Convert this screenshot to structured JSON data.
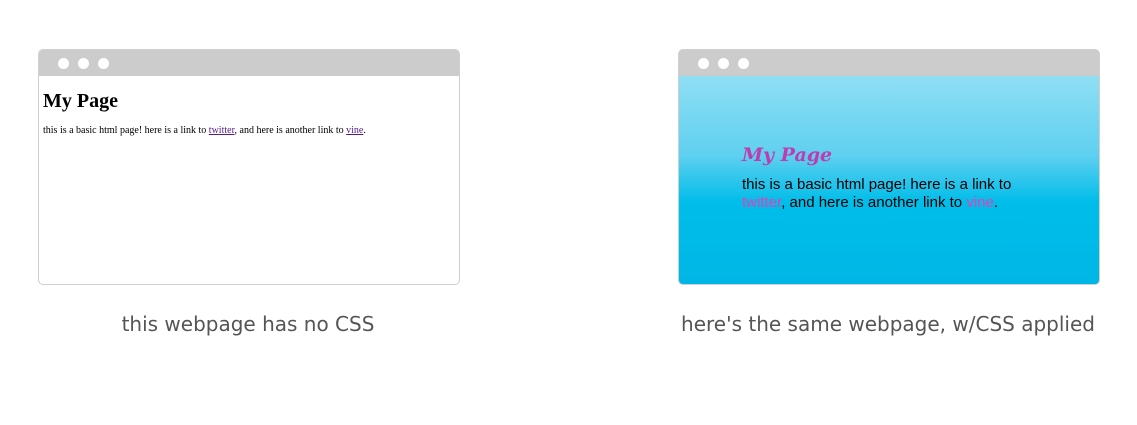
{
  "left_demo": {
    "heading": "My Page",
    "text_before": "this is a basic html page! here is a link to ",
    "link1": "twitter",
    "text_middle": ", and here is another link to ",
    "link2": "vine",
    "text_after": ".",
    "caption": "this webpage has no CSS"
  },
  "right_demo": {
    "heading": "My Page",
    "text_before": "this is a basic html page! here is a link to ",
    "link1": "twitter",
    "text_middle": ", and here is another link to ",
    "link2": "vine",
    "text_after": ".",
    "caption": "here's the same webpage, w/CSS applied"
  },
  "colors": {
    "titlebar": "#cccccc",
    "styled_heading": "#c03bb0",
    "styled_link": "#e63fb8",
    "plain_link": "#551a8b",
    "gradient_top": "#9fe3f5",
    "gradient_bottom": "#00b6e6",
    "caption_text": "#555555"
  }
}
